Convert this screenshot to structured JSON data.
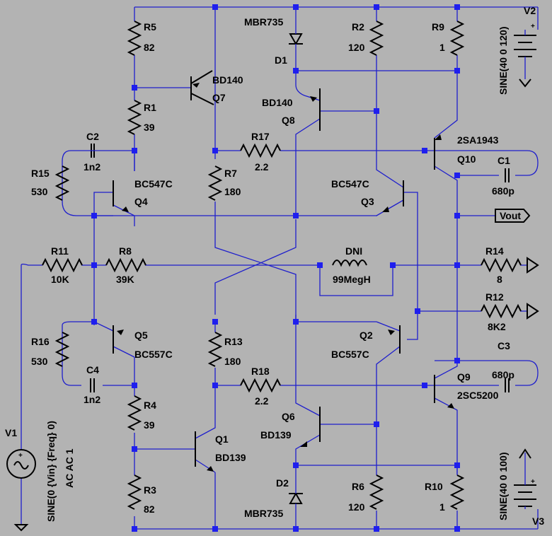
{
  "colors": {
    "background": "#b3b3b3",
    "wire": "#1f1fcc",
    "junction": "#1f1fee",
    "component": "#000000"
  },
  "resistors": [
    {
      "id": "r5",
      "name": "R5",
      "value": "82"
    },
    {
      "id": "r1",
      "name": "R1",
      "value": "39"
    },
    {
      "id": "r15",
      "name": "R15",
      "value": "530"
    },
    {
      "id": "r7",
      "name": "R7",
      "value": "180"
    },
    {
      "id": "r17",
      "name": "R17",
      "value": "2.2"
    },
    {
      "id": "r2",
      "name": "R2",
      "value": "120"
    },
    {
      "id": "r9",
      "name": "R9",
      "value": "1"
    },
    {
      "id": "r11",
      "name": "R11",
      "value": "10K"
    },
    {
      "id": "r8",
      "name": "R8",
      "value": "39K"
    },
    {
      "id": "r14",
      "name": "R14",
      "value": "8"
    },
    {
      "id": "r12",
      "name": "R12",
      "value": "8K2"
    },
    {
      "id": "r16",
      "name": "R16",
      "value": "530"
    },
    {
      "id": "r13",
      "name": "R13",
      "value": "180"
    },
    {
      "id": "r18",
      "name": "R18",
      "value": "2.2"
    },
    {
      "id": "r4",
      "name": "R4",
      "value": "39"
    },
    {
      "id": "r3",
      "name": "R3",
      "value": "82"
    },
    {
      "id": "r6",
      "name": "R6",
      "value": "120"
    },
    {
      "id": "r10",
      "name": "R10",
      "value": "1"
    }
  ],
  "capacitors": [
    {
      "id": "c2",
      "name": "C2",
      "value": "1n2"
    },
    {
      "id": "c1",
      "name": "C1",
      "value": "680p"
    },
    {
      "id": "c4",
      "name": "C4",
      "value": "1n2"
    },
    {
      "id": "c3",
      "name": "C3",
      "value": "680p"
    }
  ],
  "transistors": [
    {
      "id": "q7",
      "name": "Q7",
      "model": "BD140",
      "polarity": "pnp"
    },
    {
      "id": "q8",
      "name": "Q8",
      "model": "BD140",
      "polarity": "pnp"
    },
    {
      "id": "q10",
      "name": "Q10",
      "model": "2SA1943",
      "polarity": "pnp"
    },
    {
      "id": "q4",
      "name": "Q4",
      "model": "BC547C",
      "polarity": "npn"
    },
    {
      "id": "q3",
      "name": "Q3",
      "model": "BC547C",
      "polarity": "npn"
    },
    {
      "id": "q5",
      "name": "Q5",
      "model": "BC557C",
      "polarity": "pnp"
    },
    {
      "id": "q2",
      "name": "Q2",
      "model": "BC557C",
      "polarity": "pnp"
    },
    {
      "id": "q9",
      "name": "Q9",
      "model": "2SC5200",
      "polarity": "npn"
    },
    {
      "id": "q6",
      "name": "Q6",
      "model": "BD139",
      "polarity": "npn"
    },
    {
      "id": "q1",
      "name": "Q1",
      "model": "BD139",
      "polarity": "npn"
    }
  ],
  "diodes": [
    {
      "id": "d1",
      "name": "D1",
      "model": "MBR735"
    },
    {
      "id": "d2",
      "name": "D2",
      "model": "MBR735"
    }
  ],
  "inductor": {
    "name": "DNI",
    "value": "99MegH"
  },
  "sources": [
    {
      "id": "v2",
      "name": "V2",
      "value": "SINE(40 0 120)"
    },
    {
      "id": "v3",
      "name": "V3",
      "value": "SINE(40 0 100)"
    },
    {
      "id": "v1",
      "name": "V1",
      "value": "SINE(0 {Vin} {Freq} 0)",
      "ac": "AC AC 1"
    }
  ],
  "net_labels": {
    "vout": "Vout"
  },
  "plus_sign": "+"
}
